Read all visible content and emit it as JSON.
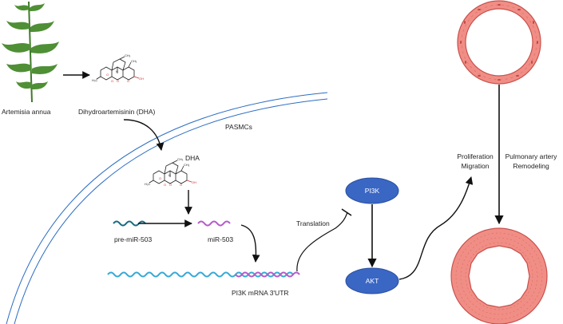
{
  "labels": {
    "plant": "Artemisia annua",
    "compound": "Dihydroartemisinin (DHA)",
    "cell": "PASMCs",
    "dha": "DHA",
    "pre_mir": "pre-miR-503",
    "mir": "miR-503",
    "mrna": "PI3K mRNA 3'UTR",
    "translation": "Translation",
    "pi3k": "PI3K",
    "akt": "AKT",
    "proliferation": "Proliferation",
    "migration": "Migration",
    "pulmonary_artery": "Pulmonary artery",
    "remodeling": "Remodeling"
  },
  "colors": {
    "membrane": "#2b6cc4",
    "node_fill": "#3a66c4",
    "node_stroke": "#2a4f9c",
    "wave_teal": "#1a6b82",
    "wave_purple": "#b45cc8",
    "wave_cyan": "#36a9d8",
    "vessel_fill": "#f08e86",
    "vessel_stroke": "#c9514c",
    "cell_nucleus": "#c04848"
  },
  "icons": {
    "plant": "artemisia-plant-icon",
    "molecule": "dha-molecule-icon",
    "vessel_normal": "normal-artery-icon",
    "vessel_remodeled": "remodeled-artery-icon"
  }
}
